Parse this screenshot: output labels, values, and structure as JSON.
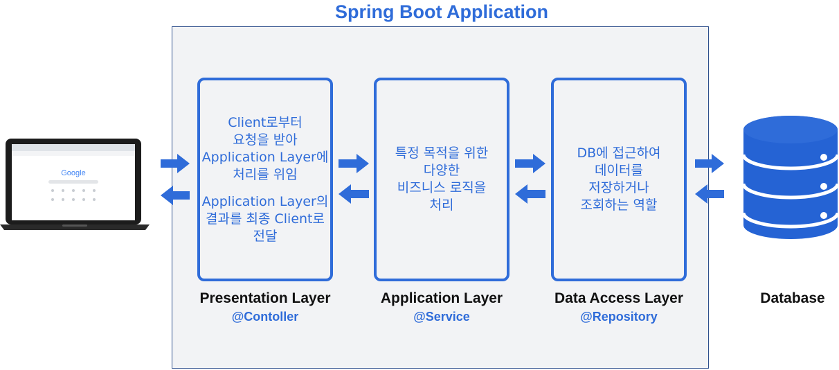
{
  "title": "Spring Boot Application",
  "layers": [
    {
      "name": "Presentation Layer",
      "annotation": "@Contoller",
      "desc_1": [
        "Client로부터",
        "요청을 받아",
        "Application Layer에",
        "처리를 위임"
      ],
      "desc_2": [
        "Application Layer의",
        "결과를 최종 Client로",
        "전달"
      ]
    },
    {
      "name": "Application Layer",
      "annotation": "@Service",
      "desc_1": [
        "특정 목적을 위한",
        "다양한",
        "비즈니스 로직을",
        "처리"
      ]
    },
    {
      "name": "Data Access Layer",
      "annotation": "@Repository",
      "desc_1": [
        "DB에 접근하여",
        "데이터를",
        "저장하거나",
        "조회하는 역할"
      ]
    }
  ],
  "database": {
    "label": "Database"
  },
  "client": {
    "screen_logo": "Google"
  },
  "colors": {
    "accent": "#2f6cd9",
    "box_border": "#2e4f8c",
    "box_fill": "#f2f3f5"
  },
  "icons": {
    "client": "laptop-icon",
    "database": "database-icon",
    "flow": "arrow-icon"
  }
}
